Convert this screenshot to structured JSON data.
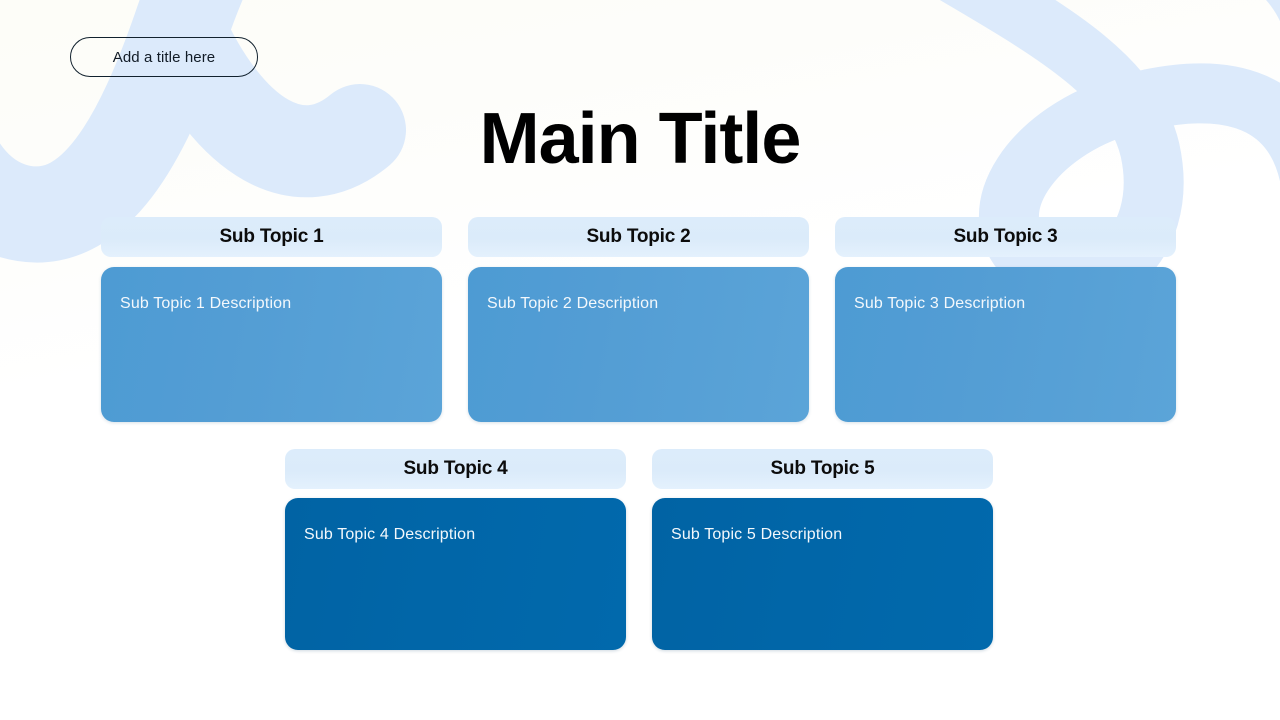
{
  "page": {
    "title_pill_label": "Add a title here",
    "main_title": "Main Title",
    "background_color": "#ffffff",
    "accent_light": "#dcecfb",
    "accent_mid": "#539dd4",
    "accent_dark": "#0166a8",
    "deco_color": "#dbeafb"
  },
  "rows": [
    {
      "name": "row-1",
      "topics": [
        {
          "header": "Sub Topic 1",
          "description": "Sub Topic 1 Description"
        },
        {
          "header": "Sub Topic 2",
          "description": "Sub Topic 2 Description"
        },
        {
          "header": "Sub Topic 3",
          "description": "Sub Topic 3 Description"
        }
      ]
    },
    {
      "name": "row-2",
      "topics": [
        {
          "header": "Sub Topic 4",
          "description": "Sub Topic 4 Description"
        },
        {
          "header": "Sub Topic 5",
          "description": "Sub Topic 5 Description"
        }
      ]
    }
  ]
}
